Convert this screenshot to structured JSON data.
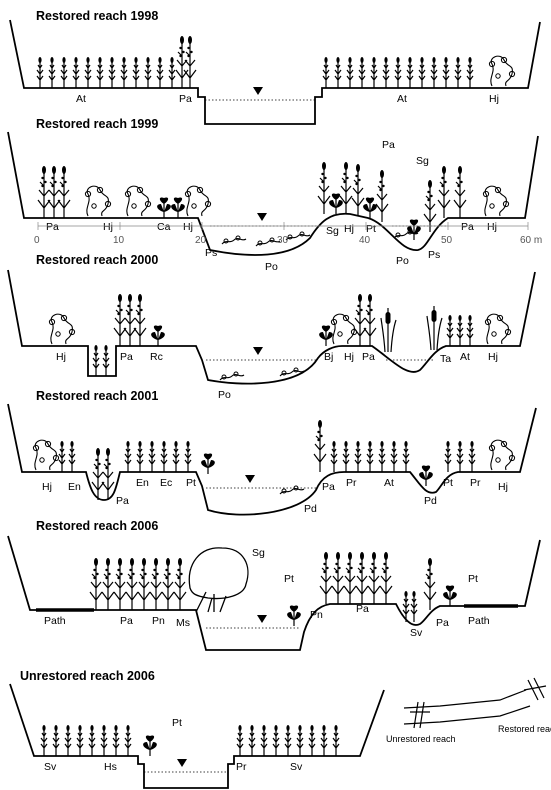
{
  "panels": [
    {
      "title": "Restored reach 1998",
      "labels": [
        "At",
        "Pa",
        "At",
        "Hj"
      ]
    },
    {
      "title": "Restored reach 1999",
      "labels": [
        "Pa",
        "Hj",
        "Ca",
        "Hj",
        "Ps",
        "Po",
        "Sg",
        "Hj",
        "Pt",
        "Pa",
        "Sg",
        "Po",
        "Ps",
        "Pa",
        "Hj"
      ],
      "axis": {
        "ticks": [
          "0",
          "10",
          "20",
          "30",
          "40",
          "50",
          "60 m"
        ]
      }
    },
    {
      "title": "Restored reach 2000",
      "labels": [
        "Hj",
        "Pa",
        "Rc",
        "Po",
        "Bj",
        "Hj",
        "Pa",
        "Ta",
        "At",
        "Hj"
      ]
    },
    {
      "title": "Restored reach 2001",
      "labels": [
        "Hj",
        "En",
        "Pa",
        "En",
        "Ec",
        "Pt",
        "Pa",
        "Pr",
        "At",
        "Pd",
        "Pd",
        "Pt",
        "Pr",
        "Hj"
      ]
    },
    {
      "title": "Restored reach 2006",
      "labels": [
        "Sg",
        "Path",
        "Pa",
        "Pn",
        "Ms",
        "Pt",
        "Pn",
        "Pa",
        "Sv",
        "Pa",
        "Pt",
        "Path"
      ]
    },
    {
      "title": "Unrestored reach 2006",
      "labels": [
        "Sv",
        "Hs",
        "Pt",
        "Pr",
        "Sv"
      ]
    }
  ],
  "inset": {
    "unrestored_label": "Unrestored reach",
    "restored_label": "Restored reach"
  }
}
